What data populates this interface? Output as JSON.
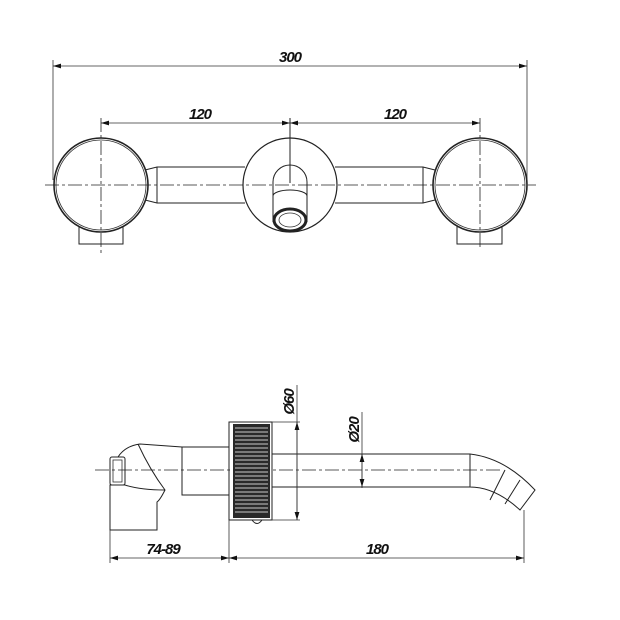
{
  "dimensions": {
    "overall_width": "300",
    "left_spacing": "120",
    "right_spacing": "120",
    "rosette_diameter": "Ø60",
    "spout_diameter": "Ø20",
    "wall_depth": "74-89",
    "spout_reach": "180"
  },
  "colors": {
    "line": "#222222",
    "knurl": "#2a2a2a"
  }
}
